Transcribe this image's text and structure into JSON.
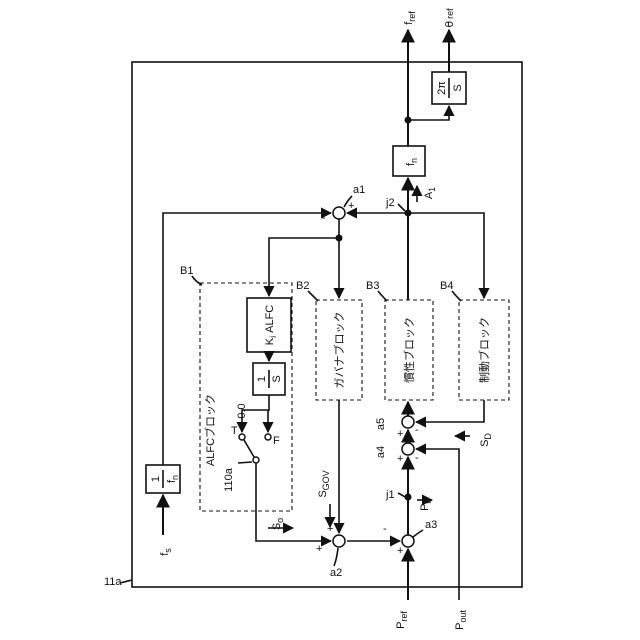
{
  "frame": {
    "label": "11a"
  },
  "inputs": {
    "p_ref": "P",
    "p_ref_sub": "ref",
    "p_out": "P",
    "p_out_sub": "out",
    "f_s": "f",
    "f_s_sub": "s"
  },
  "outputs": {
    "f_ref": "f",
    "f_ref_sub": "ref",
    "theta_ref": "θ",
    "theta_ref_sub": "ref"
  },
  "blocks": {
    "b1": {
      "id": "B1",
      "title": "ALFCブロック"
    },
    "b2": {
      "id": "B2",
      "title": "ガバナブロック"
    },
    "b3": {
      "id": "B3",
      "title": "慣性ブロック"
    },
    "b4": {
      "id": "B4",
      "title": "制動ブロック"
    }
  },
  "elements": {
    "ki_alfc": "K",
    "ki_alfc_sub": "i",
    "ki_alfc_tail": "ALFC",
    "integrator_num": "1",
    "integrator_den": "S",
    "fn_block": "f",
    "fn_block_sub": "n",
    "inv_fn_num": "1",
    "inv_fn_den": "f",
    "inv_fn_den_sub": "n",
    "twopi_num": "2π",
    "twopi_den": "S",
    "switch_id": "110a",
    "switch_t": "T",
    "switch_f": "F",
    "switch_zero": "0.0"
  },
  "junctions": {
    "a1": "a1",
    "a2": "a2",
    "a3": "a3",
    "a4": "a4",
    "a5": "a5",
    "j1": "j1",
    "j2": "j2"
  },
  "signals": {
    "s_o": "S",
    "s_o_sub": "o",
    "s_gov": "S",
    "s_gov_sub": "GOV",
    "s_d": "S",
    "s_d_sub": "D",
    "p_c": "P",
    "p_c_sub": "c",
    "a_1": "A",
    "a_1_sub": "1"
  },
  "signs": {
    "plus": "+",
    "minus": "-"
  }
}
